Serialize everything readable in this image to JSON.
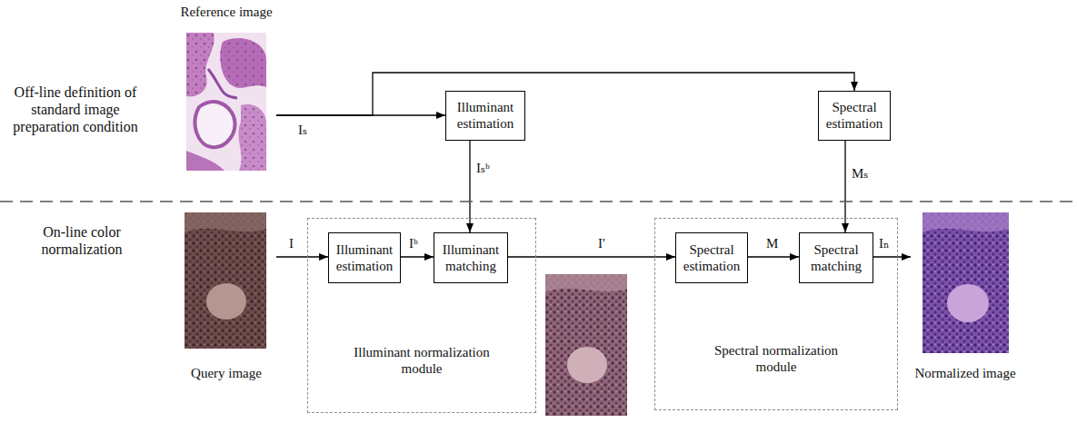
{
  "diagram": {
    "nodes": [
      {
        "text": [
          "Reference image"
        ]
      },
      {
        "text": [
          "Illuminant estimation"
        ]
      },
      {
        "text": [
          "Spectral estimation"
        ]
      },
      {
        "text": [
          "Query image"
        ]
      },
      {
        "text": [
          "Illuminant normalization module"
        ]
      },
      {
        "text": [
          "Illuminant estimation"
        ],
        "in": 4
      },
      {
        "text": [
          "Illuminant matching"
        ],
        "in": 4
      },
      {
        "text": [
          "Spectral normalization module"
        ]
      },
      {
        "text": [
          "Spectral estimation"
        ],
        "in": 7
      },
      {
        "text": [
          "Spectral matching"
        ],
        "in": 7
      },
      {
        "text": [
          "Normalized image"
        ]
      }
    ],
    "edges": [
      {
        "from": 0,
        "to": 1,
        "arrow": "to",
        "label": "Iₛ"
      },
      {
        "from": 0,
        "to": 2,
        "arrow": "to"
      },
      {
        "from": 1,
        "to": 6,
        "arrow": "to",
        "label": "Iₛᵇ"
      },
      {
        "from": 2,
        "to": 9,
        "arrow": "to",
        "label": "Mₛ"
      },
      {
        "from": 3,
        "to": 5,
        "arrow": "to",
        "label": "I"
      },
      {
        "from": 5,
        "to": 6,
        "arrow": "to",
        "label": "Iᵇ"
      },
      {
        "from": 6,
        "to": 8,
        "arrow": "to",
        "label": "I'"
      },
      {
        "from": 8,
        "to": 9,
        "arrow": "to",
        "label": "M"
      },
      {
        "from": 9,
        "to": 10,
        "arrow": "to",
        "label": "Iₙ"
      }
    ],
    "labels": [
      "Off-line definition of standard image preparation condition",
      "On-line color normalization"
    ]
  }
}
